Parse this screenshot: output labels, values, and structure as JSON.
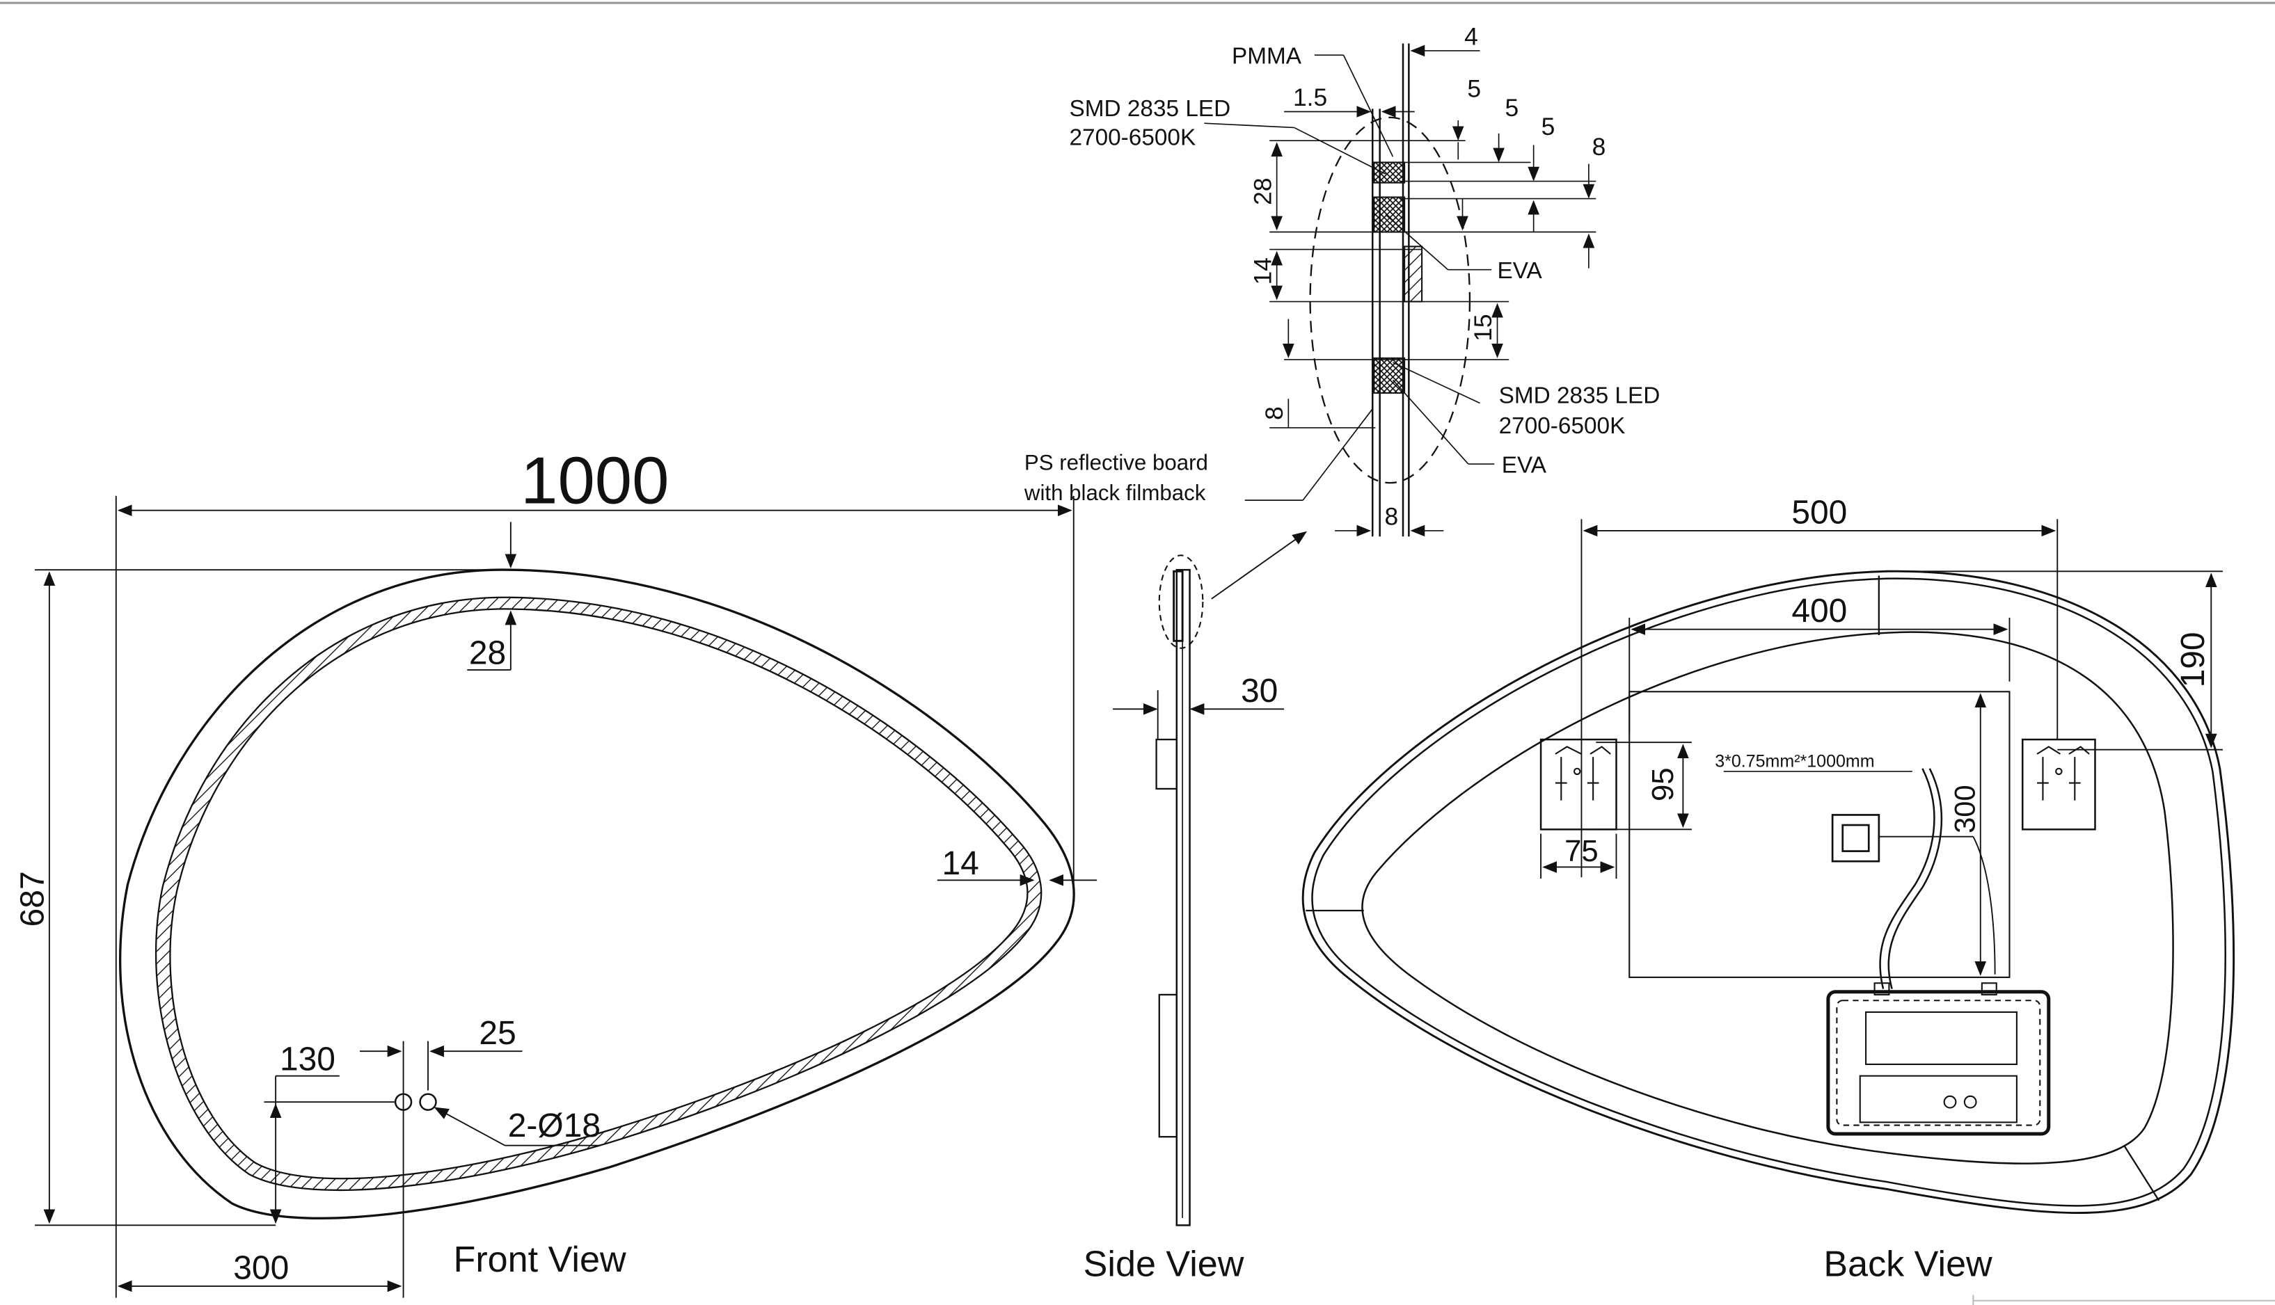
{
  "front_view": {
    "title": "Front View",
    "dims": {
      "width": "1000",
      "height": "687",
      "led_band_top": "28",
      "led_band_right": "14",
      "hole_offset_x": "300",
      "hole_offset_y": "130",
      "hole_spacing": "25"
    },
    "holes_label": "2-Ø18"
  },
  "side_view": {
    "title": "Side View",
    "dims": {
      "thickness": "30"
    }
  },
  "back_view": {
    "title": "Back View",
    "dims": {
      "bracket_spacing": "500",
      "box_width": "400",
      "bracket_offset": "190",
      "box_height": "300",
      "bracket_height": "95",
      "bracket_width": "75"
    },
    "cable_label": "3*0.75mm²*1000mm"
  },
  "section_detail": {
    "labels": {
      "pmma": "PMMA",
      "led_top_1": "SMD 2835 LED",
      "led_top_2": "2700-6500K",
      "eva_top": "EVA",
      "led_bottom_1": "SMD 2835 LED",
      "led_bottom_2": "2700-6500K",
      "eva_bottom": "EVA",
      "board_1": "PS reflective board",
      "board_2": "with black filmback"
    },
    "dims": {
      "d4": "4",
      "d15a": "1.5",
      "d5a": "5",
      "d5b": "5",
      "d5c": "5",
      "d8a": "8",
      "d28": "28",
      "d14": "14",
      "d15": "15",
      "d8b": "8",
      "d8c": "8"
    }
  }
}
